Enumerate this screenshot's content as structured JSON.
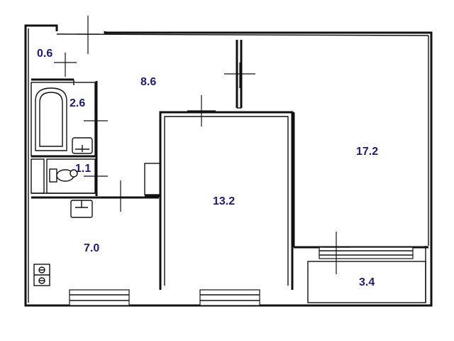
{
  "colors": {
    "wall": "#111111",
    "label": "#1c1c78",
    "background": "#ffffff"
  },
  "rooms": [
    {
      "id": "closet",
      "area": "0.6"
    },
    {
      "id": "hall",
      "area": "8.6"
    },
    {
      "id": "bathroom",
      "area": "2.6"
    },
    {
      "id": "toilet",
      "area": "1.1"
    },
    {
      "id": "kitchen",
      "area": "7.0"
    },
    {
      "id": "room-middle",
      "area": "13.2"
    },
    {
      "id": "room-large",
      "area": "17.2"
    },
    {
      "id": "balcony",
      "area": "3.4"
    }
  ],
  "icons": [
    "bathtub-icon",
    "sink-icon",
    "toilet-icon",
    "stove-icon"
  ]
}
